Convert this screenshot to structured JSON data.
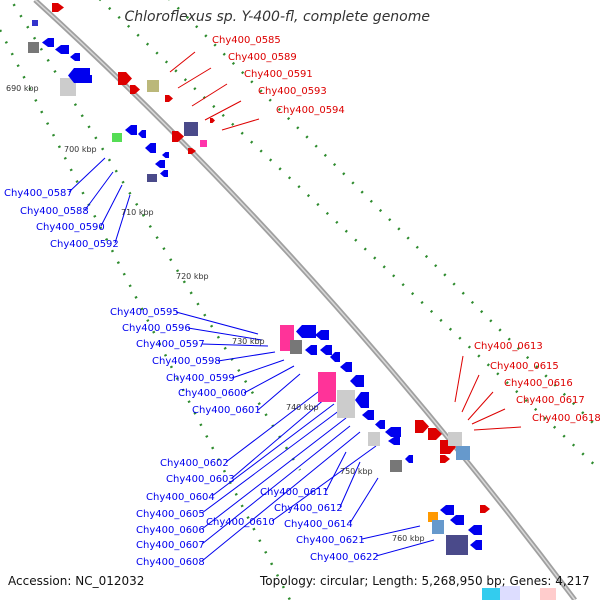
{
  "title": "Chloroflexus sp. Y-400-fl, complete genome",
  "footer": {
    "accession_text": "Accession: NC_012032",
    "info_text": "Topology: circular; Length: 5,268,950 bp; Genes: 4,217"
  },
  "colors": {
    "forward": "#dd0000",
    "reverse": "#0000ee",
    "backbone": "#9a9a9a",
    "tick": "#2e8b2e"
  },
  "kbp_labels": [
    "690 kbp",
    "700 kbp",
    "710 kbp",
    "720 kbp",
    "730 kbp",
    "740 kbp",
    "750 kbp",
    "760 kbp"
  ],
  "gene_labels_red": [
    "Chy400_0585",
    "Chy400_0589",
    "Chy400_0591",
    "Chy400_0593",
    "Chy400_0594",
    "Chy400_0613",
    "Chy400_0615",
    "Chy400_0616",
    "Chy400_0617",
    "Chy400_0618"
  ],
  "gene_labels_blue": [
    "Chy400_0587",
    "Chy400_0588",
    "Chy400_0590",
    "Chy400_0592",
    "Chy400_0595",
    "Chy400_0596",
    "Chy400_0597",
    "Chy400_0598",
    "Chy400_0599",
    "Chy400_0600",
    "Chy400_0601",
    "Chy400_0602",
    "Chy400_0603",
    "Chy400_0604",
    "Chy400_0605",
    "Chy400_0606",
    "Chy400_0607",
    "Chy400_0608",
    "Chy400_0610",
    "Chy400_0611",
    "Chy400_0612",
    "Chy400_0614",
    "Chy400_0621",
    "Chy400_0622"
  ]
}
